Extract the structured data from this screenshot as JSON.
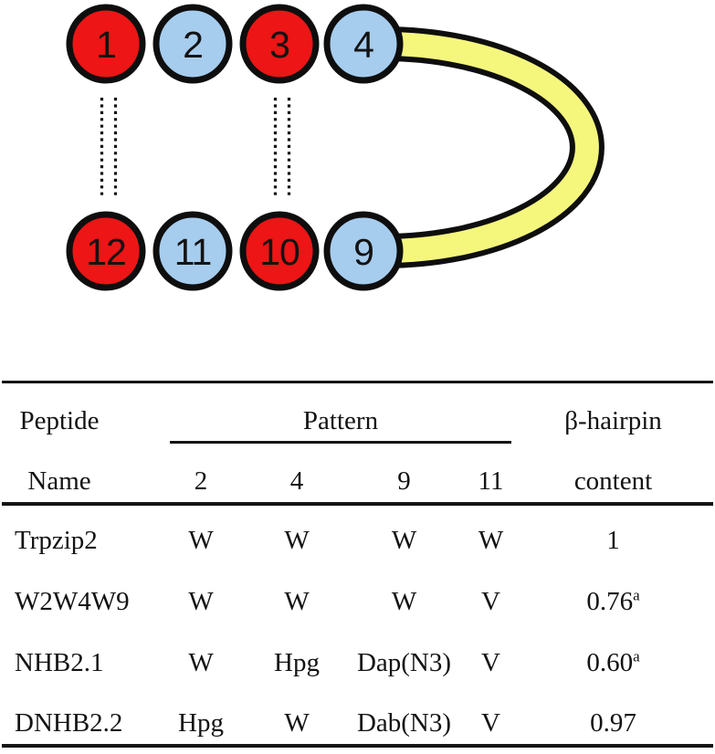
{
  "diagram": {
    "colors": {
      "residue_red": "#ed1515",
      "residue_blue": "#a6cdee",
      "ribbon_yellow": "#f5f77d",
      "outline": "#0e0e0e"
    },
    "circles": [
      {
        "label": "1",
        "fill": "#ed1515"
      },
      {
        "label": "2",
        "fill": "#a6cdee"
      },
      {
        "label": "3",
        "fill": "#ed1515"
      },
      {
        "label": "4",
        "fill": "#a6cdee"
      },
      {
        "label": "12",
        "fill": "#ed1515"
      },
      {
        "label": "11",
        "fill": "#a6cdee"
      },
      {
        "label": "10",
        "fill": "#ed1515"
      },
      {
        "label": "9",
        "fill": "#a6cdee"
      }
    ]
  },
  "table": {
    "header": {
      "peptide": "Peptide",
      "name": "Name",
      "pattern": "Pattern",
      "positions": [
        "2",
        "4",
        "9",
        "11"
      ],
      "hairpin_line1": "β-hairpin",
      "hairpin_line2": "content"
    },
    "rows": [
      {
        "name": "Trpzip2",
        "p2": "W",
        "p4": "W",
        "p9": "W",
        "p11": "W",
        "content": "1",
        "sup": ""
      },
      {
        "name": "W2W4W9",
        "p2": "W",
        "p4": "W",
        "p9": "W",
        "p11": "V",
        "content": "0.76",
        "sup": "a"
      },
      {
        "name": "NHB2.1",
        "p2": "W",
        "p4": "Hpg",
        "p9": "Dap(N3)",
        "p11": "V",
        "content": "0.60",
        "sup": "a"
      },
      {
        "name": "DNHB2.2",
        "p2": "Hpg",
        "p4": "W",
        "p9": "Dab(N3)",
        "p11": "V",
        "content": "0.97",
        "sup": ""
      }
    ]
  }
}
